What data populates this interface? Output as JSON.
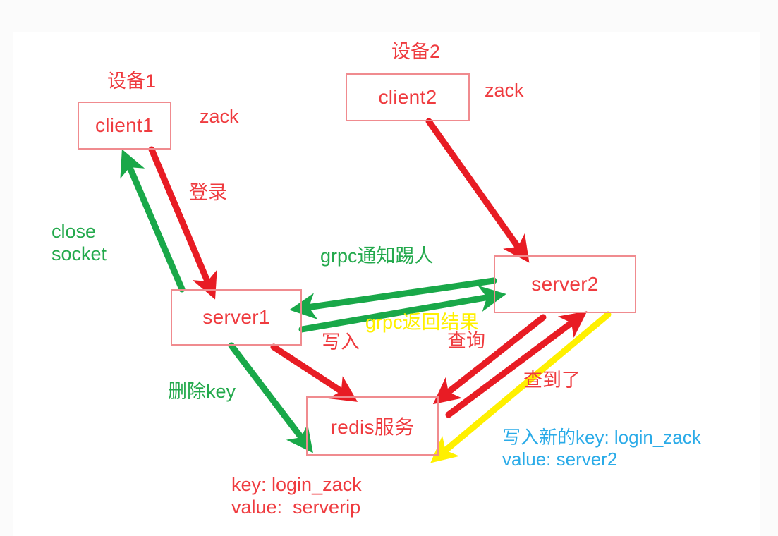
{
  "diagram": {
    "title": "login kickout flow",
    "colors": {
      "red": "#ef3b3f",
      "red_arrow": "#e81c24",
      "green": "#23a94c",
      "yellow": "#fff000",
      "blue": "#2aabe8",
      "box_border": "#f08b8f",
      "paper": "#ffffff",
      "canvas": "#fbfbfb"
    },
    "nodes": [
      {
        "id": "client1",
        "label": "client1"
      },
      {
        "id": "client2",
        "label": "client2"
      },
      {
        "id": "server1",
        "label": "server1"
      },
      {
        "id": "server2",
        "label": "server2"
      },
      {
        "id": "redis",
        "label": "redis服务"
      }
    ],
    "labels": {
      "device1": "设备1",
      "device2": "设备2",
      "zack1": "zack",
      "zack2": "zack",
      "login": "登录",
      "close_socket": "close\nsocket",
      "grpc_notify": "grpc通知踢人",
      "grpc_result": "grpc返回结果",
      "write": "写入",
      "query": "查询",
      "found": "查到了",
      "delete_key": "删除key",
      "redis_kv": "key: login_zack\nvalue:  serverip",
      "write_new_kv": "写入新的key: login_zack\nvalue: server2"
    },
    "edges": [
      {
        "id": "client1-to-server1",
        "label": "登录",
        "color": "red",
        "from": "client1",
        "to": "server1"
      },
      {
        "id": "server1-to-client1",
        "label": "close socket",
        "color": "green",
        "from": "server1",
        "to": "client1"
      },
      {
        "id": "client2-to-server2",
        "label": "",
        "color": "red",
        "from": "client2",
        "to": "server2"
      },
      {
        "id": "server2-to-server1",
        "label": "grpc通知踢人",
        "color": "green",
        "from": "server2",
        "to": "server1"
      },
      {
        "id": "server1-to-server2",
        "label": "grpc返回结果",
        "color": "green",
        "from": "server1",
        "to": "server2"
      },
      {
        "id": "server1-to-redis",
        "label": "写入",
        "color": "red",
        "from": "server1",
        "to": "redis"
      },
      {
        "id": "server1-del-redis",
        "label": "删除key",
        "color": "green",
        "from": "server1",
        "to": "redis"
      },
      {
        "id": "server2-to-redis",
        "label": "查询",
        "color": "red",
        "from": "server2",
        "to": "redis"
      },
      {
        "id": "redis-to-server2",
        "label": "查到了",
        "color": "red",
        "from": "redis",
        "to": "server2"
      },
      {
        "id": "server2-write-redis",
        "label": "写入新的key",
        "color": "yellow",
        "from": "server2",
        "to": "redis"
      }
    ]
  }
}
